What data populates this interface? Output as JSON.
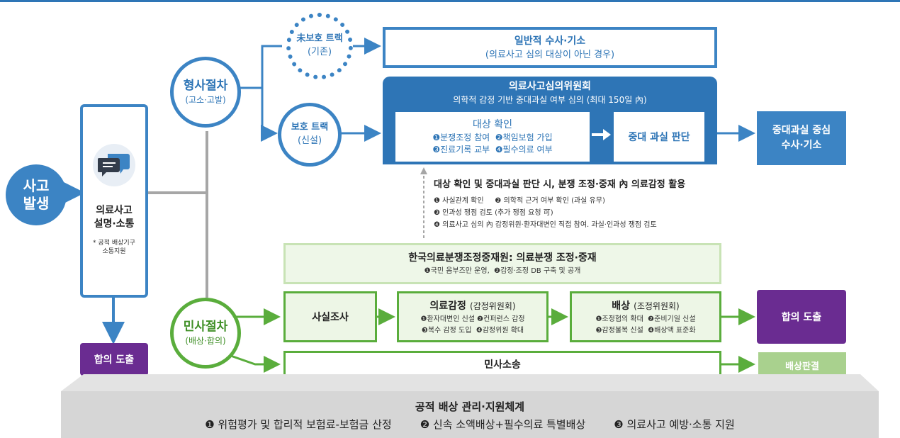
{
  "start": {
    "line1": "사고",
    "line2": "발생"
  },
  "explain": {
    "title1": "의료사고",
    "title2": "설명·소통",
    "note1": "* 공적 배상기구",
    "note2": "소통지원"
  },
  "left_agreement": "합의 도출",
  "criminal": {
    "title": "형사절차",
    "sub": "(고소·고발)"
  },
  "unprotected": {
    "title": "未보호 트랙",
    "sub": "(기존)"
  },
  "protected": {
    "title": "보호 트랙",
    "sub": "(신설)"
  },
  "general": {
    "title": "일반적 수사·기소",
    "sub": "(의료사고 심의 대상이 아닌 경우)"
  },
  "committee": {
    "title": "의료사고심의위원회",
    "sub": "의학적 감정 기반 중대과실 여부 심의 (최대 150일 內)",
    "check_title": "대상 확인",
    "check_line1": "❶분쟁조정 참여  ❷책임보험 가입",
    "check_line2": "❸진료기록 교부  ❹필수의료 여부",
    "judge": "중대 과실 판단"
  },
  "prosecute": {
    "line1": "중대과실 중심",
    "line2": "수사·기소"
  },
  "usage": {
    "title": "대상 확인 및 중대과실 판단 시, 분쟁 조정·중재 內 의료감정 활용",
    "items": [
      "❶ 사실관계 확인     ❷ 의학적 근거 여부 확인 (과실 유무)",
      "❸ 인과성 쟁점 검토 (추가 쟁점 요청 可)",
      "❹ 의료사고 심의 內 감정위원·환자대변인 직접 참여. 과실·인과성 쟁점 검토"
    ]
  },
  "kmedi": {
    "title": "한국의료분쟁조정중재원: 의료분쟁 조정·중재",
    "sub": "❶국민 옴부즈만 운영,  ❷감정·조정 DB 구축 및 공개"
  },
  "civil": {
    "title": "민사절차",
    "sub": "(배상·합의)"
  },
  "fact": "사실조사",
  "appraisal": {
    "title": "의료감정",
    "title_sub": "(감정위원회)",
    "line1": "❶환자대변인 신설 ❷컨퍼런스 감정",
    "line2": "❸복수 감정 도입  ❹감정위원 확대"
  },
  "compensation": {
    "title": "배상",
    "title_sub": "(조정위원회)",
    "line1": "❶조정협의 확대  ❷준비기일 신설",
    "line2": "❸감정불복 신설  ❹배상액 표준화"
  },
  "right_agreement": "합의 도출",
  "lawsuit": "민사소송",
  "ruling": "배상판결",
  "footer": {
    "title": "공적 배상 관리·지원체계",
    "items": [
      "❶ 위험평가 및 합리적 보험료-보험금 산정",
      "❷ 신속 소액배상+필수의료 특별배상",
      "❸ 의료사고 예방·소통 지원"
    ]
  },
  "colors": {
    "blue": "#3c84c4",
    "dark_blue": "#2e75b6",
    "green": "#5aad3c",
    "light_green_fill": "#edf6e6",
    "purple": "#6a2c91",
    "ruling_green": "#a9d18e",
    "gray": "#a6a6a6"
  }
}
